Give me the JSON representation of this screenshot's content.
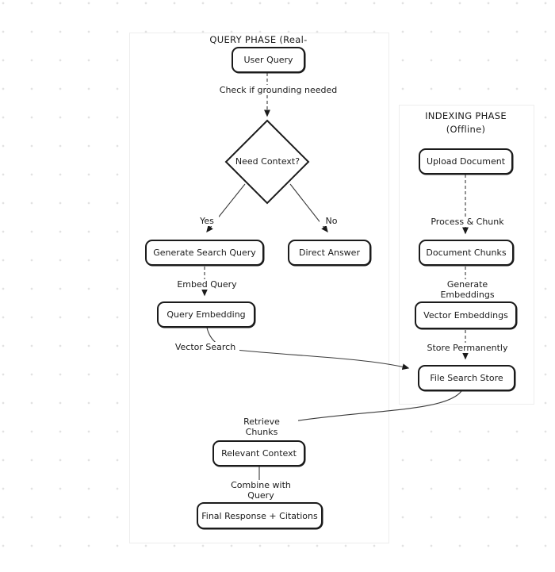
{
  "diagram": {
    "type": "flowchart",
    "query_phase": {
      "title": "QUERY PHASE (Real-",
      "nodes": {
        "user_query": "User Query",
        "need_context": "Need Context?",
        "generate_search_query": "Generate Search Query",
        "direct_answer": "Direct Answer",
        "query_embedding": "Query Embedding",
        "relevant_context": "Relevant Context",
        "final_response": "Final Response + Citations"
      },
      "edge_labels": {
        "check_grounding": "Check if grounding needed",
        "yes": "Yes",
        "no": "No",
        "embed_query": "Embed Query",
        "vector_search": "Vector Search",
        "retrieve_chunks": "Retrieve Chunks",
        "combine_with_query": "Combine with Query"
      }
    },
    "indexing_phase": {
      "title_line1": "INDEXING PHASE",
      "title_line2": "(Offline)",
      "nodes": {
        "upload_document": "Upload Document",
        "document_chunks": "Document Chunks",
        "vector_embeddings": "Vector Embeddings",
        "file_search_store": "File Search Store"
      },
      "edge_labels": {
        "process_chunk": "Process & Chunk",
        "generate_embeddings": "Generate Embeddings",
        "store_permanently": "Store Permanently"
      }
    },
    "colors": {
      "stroke": "#1b1b1b",
      "edge": "#3a3a3a",
      "container_border": "#ededed",
      "background_dot": "#e2e2e2"
    }
  }
}
